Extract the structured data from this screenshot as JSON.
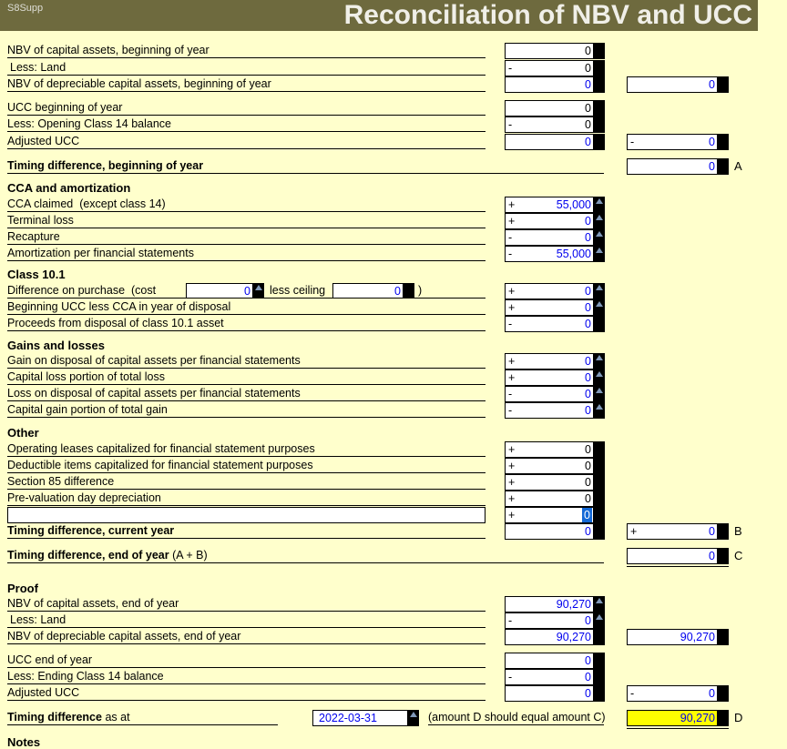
{
  "header": {
    "form_code": "S8Supp",
    "title": "Reconciliation of NBV and UCC"
  },
  "colors": {
    "page_bg": "#FFFFCC",
    "header_bg": "#6E6A3E",
    "value_blue": "#0000EE",
    "selection_blue": "#1569D6",
    "highlight_yellow": "#FFFF00",
    "marker_bar": "#000000",
    "link_triangle": "#8098B8"
  },
  "sections": {
    "cca": "CCA and amortization",
    "class101": "Class 10.1",
    "gains": "Gains and losses",
    "other": "Other",
    "proof": "Proof",
    "notes": "Notes"
  },
  "rows": [
    {
      "label": "NBV of capital assets, beginning of year",
      "value": "0"
    },
    {
      "label": "Less: Land",
      "sign": "-",
      "value": "0"
    },
    {
      "label": "NBV of depreciable capital assets, beginning of year",
      "value": "0",
      "value2": "0"
    },
    {
      "label": "UCC beginning of year",
      "value": "0"
    },
    {
      "label": "Less: Opening Class 14 balance",
      "sign": "-",
      "value": "0"
    },
    {
      "label": "Adjusted UCC",
      "value": "0",
      "sign2": "-",
      "value2": "0"
    },
    {
      "label": "Timing difference, beginning of year",
      "value2": "0",
      "letter": "A"
    },
    {
      "label": "CCA claimed  (except class 14)",
      "sign": "+",
      "value": "55,000"
    },
    {
      "label": "Terminal loss",
      "sign": "+",
      "value": "0"
    },
    {
      "label": "Recapture",
      "sign": "-",
      "value": "0"
    },
    {
      "label": "Amortization per financial statements",
      "sign": "-",
      "value": "55,000"
    },
    {
      "label": "Difference on purchase  (cost",
      "cost": "0",
      "label_mid": "less ceiling",
      "ceiling": "0",
      "label_end": ")",
      "sign": "+",
      "value": "0"
    },
    {
      "label": "Beginning UCC less CCA in year of disposal",
      "sign": "+",
      "value": "0"
    },
    {
      "label": "Proceeds from disposal of class 10.1 asset",
      "sign": "-",
      "value": "0"
    },
    {
      "label": "Gain on disposal of capital assets per financial statements",
      "sign": "+",
      "value": "0"
    },
    {
      "label": "Capital loss portion of total loss",
      "sign": "+",
      "value": "0"
    },
    {
      "label": "Loss on disposal of capital assets per financial statements",
      "sign": "-",
      "value": "0"
    },
    {
      "label": "Capital gain portion of total gain",
      "sign": "-",
      "value": "0"
    },
    {
      "label": "Operating leases capitalized for financial statement purposes",
      "sign": "+",
      "value": "0"
    },
    {
      "label": "Deductible items capitalized for financial statement purposes",
      "sign": "+",
      "value": "0"
    },
    {
      "label": "Section 85 difference",
      "sign": "+",
      "value": "0"
    },
    {
      "label": "Pre-valuation day depreciation",
      "sign": "+",
      "value": "0"
    },
    {
      "label": "",
      "sign": "+",
      "value": "0"
    },
    {
      "label": "Timing difference, current year",
      "value": "0",
      "sign2": "+",
      "value2": "0",
      "letter": "B"
    },
    {
      "label_bold": "Timing difference, end of year",
      "label_rest": " (A + B)",
      "value2": "0",
      "letter": "C"
    },
    {
      "label": "NBV of capital assets, end of year",
      "value": "90,270"
    },
    {
      "label": "Less: Land",
      "sign": "-",
      "value": "0"
    },
    {
      "label": "NBV of depreciable capital assets, end of year",
      "value": "90,270",
      "value2": "90,270"
    },
    {
      "label": "UCC end of year",
      "value": "0"
    },
    {
      "label": "Less: Ending Class 14 balance",
      "sign": "-",
      "value": "0"
    },
    {
      "label": "Adjusted UCC",
      "value": "0",
      "sign2": "-",
      "value2": "0"
    },
    {
      "label_bold": "Timing difference",
      "label_rest": " as at",
      "date": "2022-03-31",
      "note": "(amount D should equal amount C)",
      "value2": "90,270",
      "letter": "D"
    }
  ]
}
